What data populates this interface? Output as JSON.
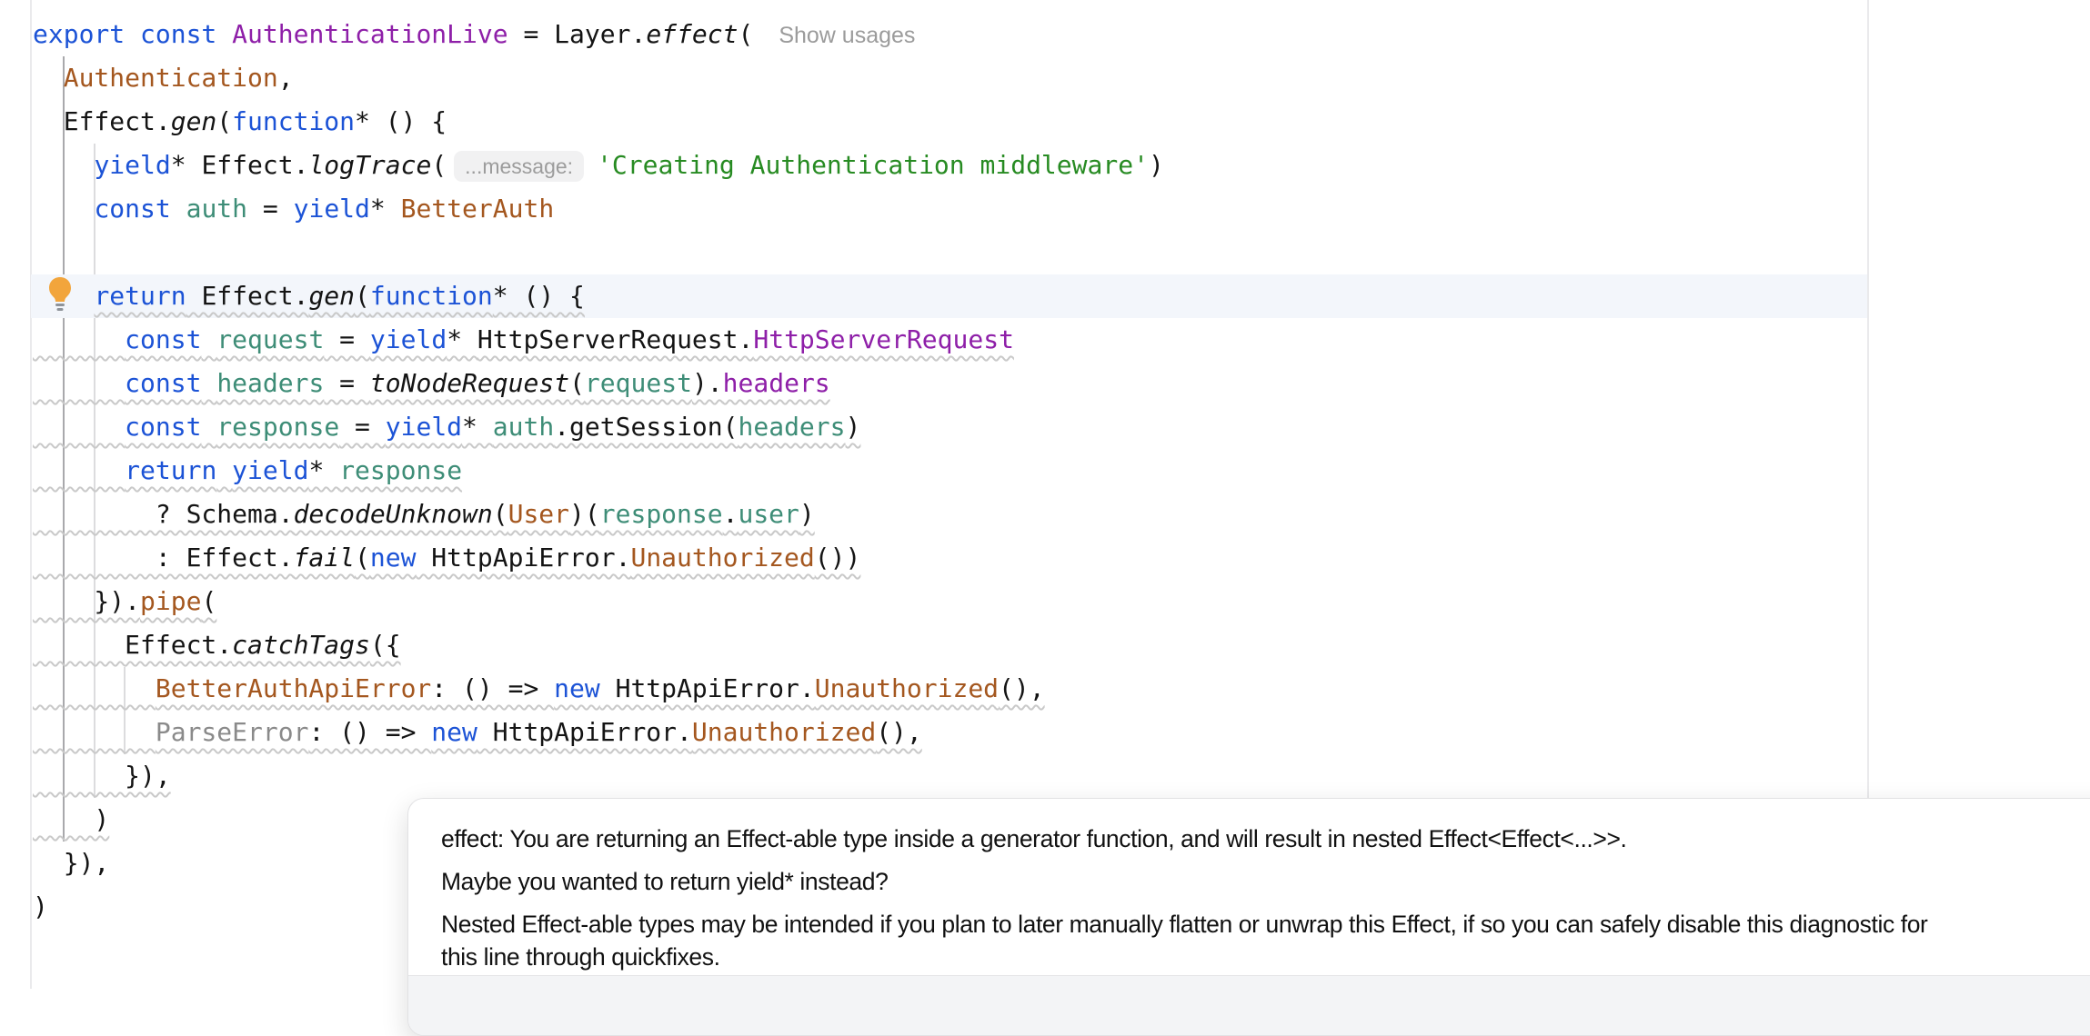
{
  "editor": {
    "colors": {
      "keyword": "#1C53D6",
      "global_const": "#8E1FA8",
      "local_variable": "#3E8D77",
      "imported_symbol": "#A4571F",
      "string": "#278B22",
      "unused_symbol": "#8A8A8A",
      "inlay_text": "#9B9B9B",
      "inlay_pill_bg": "#F1F1F2",
      "squiggle": "#C9C9C9",
      "caret_row_bg": "#F3F6FB",
      "bulb": "#F2A53C"
    },
    "inlays": {
      "show_usages": "Show usages",
      "parameter_hint": "...message:"
    },
    "lines": [
      {
        "tokens": [
          {
            "t": "export const",
            "c": "kw"
          },
          {
            "t": " ",
            "c": "pl"
          },
          {
            "t": "AuthenticationLive",
            "c": "pu"
          },
          {
            "t": " = Layer.",
            "c": "pl"
          },
          {
            "t": "effect",
            "c": "fn"
          },
          {
            "t": "(",
            "c": "pl"
          },
          {
            "t": "Show usages",
            "c": "ghost"
          }
        ]
      },
      {
        "tokens": [
          {
            "t": "  ",
            "c": "pl"
          },
          {
            "t": "Authentication",
            "c": "br"
          },
          {
            "t": ",",
            "c": "pl"
          }
        ]
      },
      {
        "tokens": [
          {
            "t": "  Effect.",
            "c": "pl"
          },
          {
            "t": "gen",
            "c": "fn"
          },
          {
            "t": "(",
            "c": "pl"
          },
          {
            "t": "function",
            "c": "kw"
          },
          {
            "t": "* () {",
            "c": "pl"
          }
        ]
      },
      {
        "tokens": [
          {
            "t": "    ",
            "c": "pl"
          },
          {
            "t": "yield",
            "c": "kw"
          },
          {
            "t": "* Effect.",
            "c": "pl"
          },
          {
            "t": "logTrace",
            "c": "fn"
          },
          {
            "t": "(",
            "c": "pl"
          },
          {
            "t": "...message:",
            "c": "pill"
          },
          {
            "t": "'Creating Authentication middleware'",
            "c": "st"
          },
          {
            "t": ")",
            "c": "pl"
          }
        ]
      },
      {
        "tokens": [
          {
            "t": "    ",
            "c": "pl"
          },
          {
            "t": "const",
            "c": "kw"
          },
          {
            "t": " ",
            "c": "pl"
          },
          {
            "t": "auth",
            "c": "te"
          },
          {
            "t": " = ",
            "c": "pl"
          },
          {
            "t": "yield",
            "c": "kw"
          },
          {
            "t": "* ",
            "c": "pl"
          },
          {
            "t": "BetterAuth",
            "c": "br"
          }
        ]
      },
      {
        "tokens": []
      },
      {
        "caret": true,
        "bulb": true,
        "sq": "text",
        "tokens": [
          {
            "t": "    ",
            "c": "pl"
          },
          {
            "t": "return",
            "c": "kw"
          },
          {
            "t": " Effect.",
            "c": "pl"
          },
          {
            "t": "gen",
            "c": "fn"
          },
          {
            "t": "(",
            "c": "pl"
          },
          {
            "t": "function",
            "c": "kw"
          },
          {
            "t": "* () {",
            "c": "pl"
          }
        ]
      },
      {
        "sq": "full",
        "tokens": [
          {
            "t": "      ",
            "c": "pl"
          },
          {
            "t": "const",
            "c": "kw"
          },
          {
            "t": " ",
            "c": "pl"
          },
          {
            "t": "request",
            "c": "te"
          },
          {
            "t": " = ",
            "c": "pl"
          },
          {
            "t": "yield",
            "c": "kw"
          },
          {
            "t": "* ",
            "c": "pl"
          },
          {
            "t": "HttpServerRequest.",
            "c": "pl"
          },
          {
            "t": "HttpServerRequest",
            "c": "pu"
          }
        ]
      },
      {
        "sq": "full",
        "tokens": [
          {
            "t": "      ",
            "c": "pl"
          },
          {
            "t": "const",
            "c": "kw"
          },
          {
            "t": " ",
            "c": "pl"
          },
          {
            "t": "headers",
            "c": "te"
          },
          {
            "t": " = ",
            "c": "pl"
          },
          {
            "t": "toNodeRequest",
            "c": "fn"
          },
          {
            "t": "(",
            "c": "pl"
          },
          {
            "t": "request",
            "c": "te"
          },
          {
            "t": ").",
            "c": "pl"
          },
          {
            "t": "headers",
            "c": "pu"
          }
        ]
      },
      {
        "sq": "full",
        "tokens": [
          {
            "t": "      ",
            "c": "pl"
          },
          {
            "t": "const",
            "c": "kw"
          },
          {
            "t": " ",
            "c": "pl"
          },
          {
            "t": "response",
            "c": "te"
          },
          {
            "t": " = ",
            "c": "pl"
          },
          {
            "t": "yield",
            "c": "kw"
          },
          {
            "t": "* ",
            "c": "pl"
          },
          {
            "t": "auth",
            "c": "te"
          },
          {
            "t": ".getSession(",
            "c": "pl"
          },
          {
            "t": "headers",
            "c": "te"
          },
          {
            "t": ")",
            "c": "pl"
          }
        ]
      },
      {
        "sq": "full",
        "tokens": [
          {
            "t": "      ",
            "c": "pl"
          },
          {
            "t": "return",
            "c": "kw"
          },
          {
            "t": " ",
            "c": "pl"
          },
          {
            "t": "yield",
            "c": "kw"
          },
          {
            "t": "* ",
            "c": "pl"
          },
          {
            "t": "response",
            "c": "te"
          }
        ]
      },
      {
        "sq": "full",
        "tokens": [
          {
            "t": "        ? Schema.",
            "c": "pl"
          },
          {
            "t": "decodeUnknown",
            "c": "fn"
          },
          {
            "t": "(",
            "c": "pl"
          },
          {
            "t": "User",
            "c": "br"
          },
          {
            "t": ")(",
            "c": "pl"
          },
          {
            "t": "response",
            "c": "te"
          },
          {
            "t": ".",
            "c": "pl"
          },
          {
            "t": "user",
            "c": "te"
          },
          {
            "t": ")",
            "c": "pl"
          }
        ]
      },
      {
        "sq": "full",
        "tokens": [
          {
            "t": "        : Effect.",
            "c": "pl"
          },
          {
            "t": "fail",
            "c": "fn"
          },
          {
            "t": "(",
            "c": "pl"
          },
          {
            "t": "new",
            "c": "kw"
          },
          {
            "t": " HttpApiError.",
            "c": "pl"
          },
          {
            "t": "Unauthorized",
            "c": "br"
          },
          {
            "t": "())",
            "c": "pl"
          }
        ]
      },
      {
        "sq": "full",
        "tokens": [
          {
            "t": "    }).",
            "c": "pl"
          },
          {
            "t": "pipe",
            "c": "br"
          },
          {
            "t": "(",
            "c": "pl"
          }
        ]
      },
      {
        "sq": "full",
        "tokens": [
          {
            "t": "      Effect.",
            "c": "pl"
          },
          {
            "t": "catchTags",
            "c": "fn"
          },
          {
            "t": "({",
            "c": "pl"
          }
        ]
      },
      {
        "sq": "full",
        "tokens": [
          {
            "t": "        ",
            "c": "pl"
          },
          {
            "t": "BetterAuthApiError",
            "c": "br"
          },
          {
            "t": ": () => ",
            "c": "pl"
          },
          {
            "t": "new",
            "c": "kw"
          },
          {
            "t": " HttpApiError.",
            "c": "pl"
          },
          {
            "t": "Unauthorized",
            "c": "br"
          },
          {
            "t": "(),",
            "c": "pl"
          }
        ]
      },
      {
        "sq": "full",
        "tokens": [
          {
            "t": "        ",
            "c": "pl"
          },
          {
            "t": "ParseError",
            "c": "gr"
          },
          {
            "t": ": () => ",
            "c": "pl"
          },
          {
            "t": "new",
            "c": "kw"
          },
          {
            "t": " HttpApiError.",
            "c": "pl"
          },
          {
            "t": "Unauthorized",
            "c": "br"
          },
          {
            "t": "(),",
            "c": "pl"
          }
        ]
      },
      {
        "sq": "full",
        "tokens": [
          {
            "t": "      }),",
            "c": "pl"
          }
        ]
      },
      {
        "sq": "full",
        "tokens": [
          {
            "t": "    )",
            "c": "pl"
          }
        ]
      },
      {
        "tokens": [
          {
            "t": "  }),",
            "c": "pl"
          }
        ]
      },
      {
        "tokens": [
          {
            "t": ")",
            "c": "pl"
          }
        ]
      }
    ]
  },
  "tooltip": {
    "paragraphs": [
      "effect: You are returning an Effect-able type inside a generator function, and will result in nested Effect<Effect<...>>.",
      "Maybe you wanted to return yield* instead?",
      "Nested Effect-able types may be intended if you plan to later manually flatten or unwrap this Effect, if so you can safely disable this diagnostic for\nthis line through quickfixes."
    ]
  }
}
